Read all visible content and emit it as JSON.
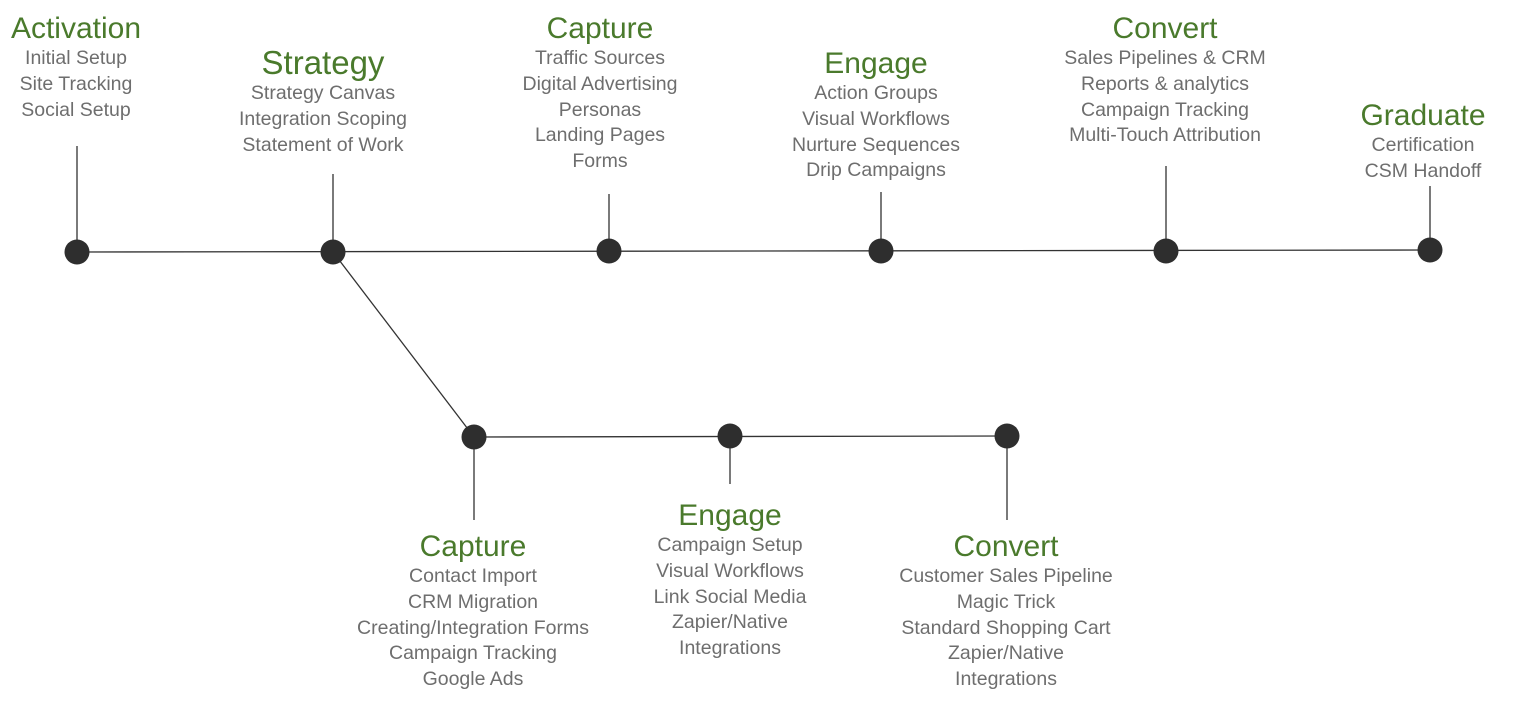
{
  "colors": {
    "title": "#4a7a2c",
    "item": "#6e6e6e",
    "line": "#333333",
    "node": "#2e2e2e"
  },
  "top_track": [
    {
      "title": "Activation",
      "items": [
        "Initial Setup",
        "Site Tracking",
        "Social Setup"
      ]
    },
    {
      "title": "Strategy",
      "items": [
        "Strategy Canvas",
        "Integration Scoping",
        "Statement of Work"
      ]
    },
    {
      "title": "Capture",
      "items": [
        "Traffic Sources",
        "Digital Advertising",
        "Personas",
        "Landing Pages",
        "Forms"
      ]
    },
    {
      "title": "Engage",
      "items": [
        "Action Groups",
        "Visual Workflows",
        "Nurture Sequences",
        "Drip Campaigns"
      ]
    },
    {
      "title": "Convert",
      "items": [
        "Sales Pipelines & CRM",
        "Reports & analytics",
        "Campaign Tracking",
        "Multi-Touch Attribution"
      ]
    },
    {
      "title": "Graduate",
      "items": [
        "Certification",
        "CSM Handoff"
      ]
    }
  ],
  "bottom_track": [
    {
      "title": "Capture",
      "items": [
        "Contact Import",
        "CRM Migration",
        "Creating/Integration Forms",
        "Campaign Tracking",
        "Google Ads"
      ]
    },
    {
      "title": "Engage",
      "items": [
        "Campaign Setup",
        "Visual Workflows",
        "Link Social Media",
        "Zapier/Native",
        "Integrations"
      ]
    },
    {
      "title": "Convert",
      "items": [
        "Customer Sales Pipeline",
        "Magic Trick",
        "Standard Shopping Cart",
        "Zapier/Native",
        "Integrations"
      ]
    }
  ]
}
